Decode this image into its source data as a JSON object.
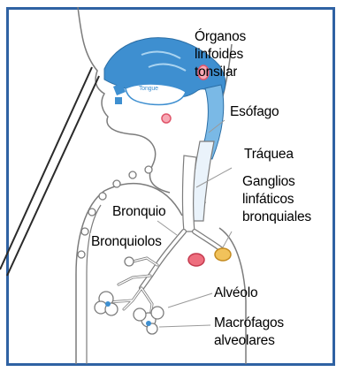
{
  "labels": {
    "organos_1": "Órganos",
    "organos_2": "linfoides",
    "organos_3": "tonsilar",
    "esofago": "Esófago",
    "tongue": "Tongue",
    "traquea": "Tráquea",
    "ganglios_1": "Ganglios",
    "ganglios_2": "linfáticos",
    "ganglios_3": "bronquiales",
    "bronquio": "Bronquio",
    "bronquiolos": "Bronquiolos",
    "alveolo": "Alvéolo",
    "macrofagos_1": "Macrófagos",
    "macrofagos_2": "alveolares"
  },
  "colors": {
    "frame": "#2f62a3",
    "nasal": "#3e8fd0",
    "lymph": "#e0556a",
    "node": "#f1c25b",
    "outline": "#7c7c7c"
  }
}
